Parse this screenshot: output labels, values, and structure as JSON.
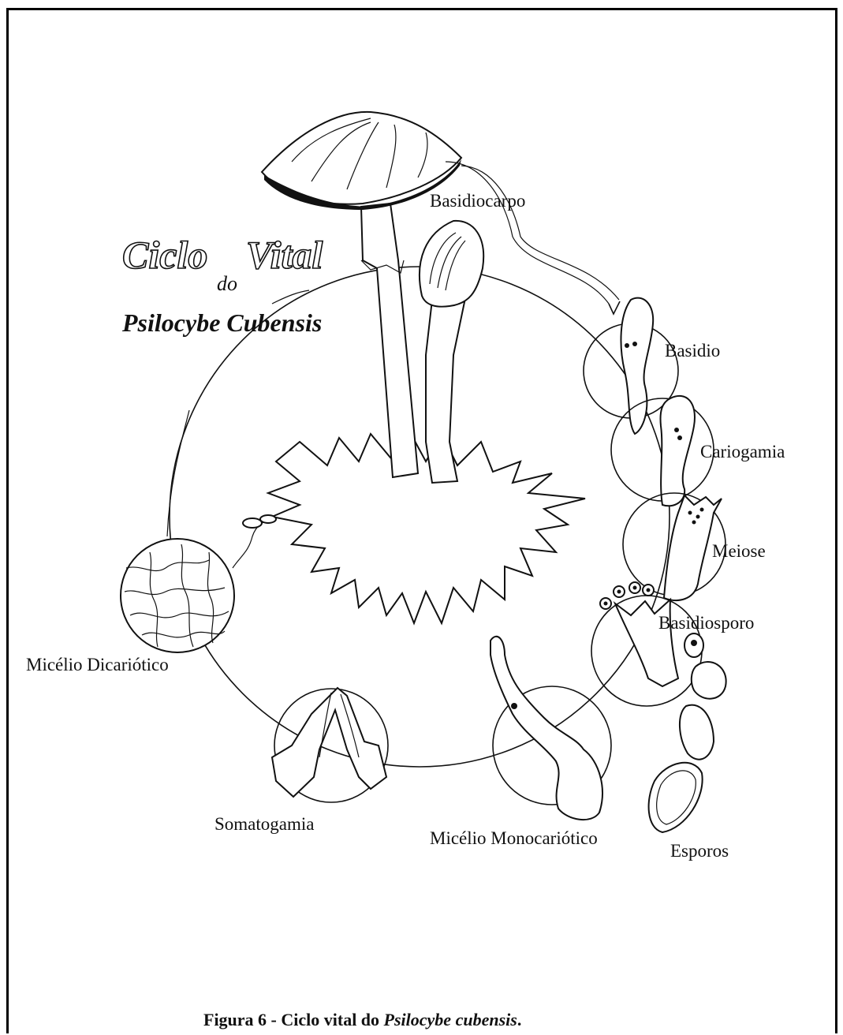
{
  "title": {
    "line1_word1": "Ciclo",
    "line1_word2": "Vital",
    "line2": "do",
    "line3": "Psilocybe Cubensis"
  },
  "stages": {
    "basidiocarpo": "Basidiocarpo",
    "basidio": "Basidio",
    "cariogamia": "Cariogamia",
    "meiose": "Meiose",
    "basidiosporo": "Basidiosporo",
    "esporos": "Esporos",
    "micelio_monocariotico": "Micélio Monocariótico",
    "somatogamia": "Somatogamia",
    "micelio_dicariotico": "Micélio Dicariótico"
  },
  "caption": {
    "prefix": "Figura 6 - Ciclo vital do ",
    "species": "Psilocybe cubensis",
    "suffix": "."
  }
}
